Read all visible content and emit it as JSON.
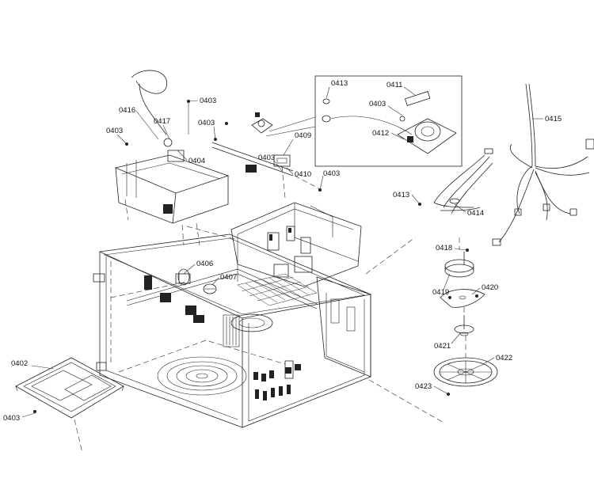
{
  "diagram": {
    "callouts": [
      {
        "id": "c0402",
        "label": "0402"
      },
      {
        "id": "c0403a",
        "label": "0403"
      },
      {
        "id": "c0403b",
        "label": "0403"
      },
      {
        "id": "c0403c",
        "label": "0403"
      },
      {
        "id": "c0403d",
        "label": "0403"
      },
      {
        "id": "c0403e",
        "label": "0403"
      },
      {
        "id": "c0403f",
        "label": "0403"
      },
      {
        "id": "c0403g",
        "label": "0403"
      },
      {
        "id": "c0404",
        "label": "0404"
      },
      {
        "id": "c0406",
        "label": "0406"
      },
      {
        "id": "c0407",
        "label": "0407"
      },
      {
        "id": "c0409",
        "label": "0409"
      },
      {
        "id": "c0410",
        "label": "0410"
      },
      {
        "id": "c0411",
        "label": "0411"
      },
      {
        "id": "c0412",
        "label": "0412"
      },
      {
        "id": "c0413a",
        "label": "0413"
      },
      {
        "id": "c0413b",
        "label": "0413"
      },
      {
        "id": "c0414",
        "label": "0414"
      },
      {
        "id": "c0415",
        "label": "0415"
      },
      {
        "id": "c0416",
        "label": "0416"
      },
      {
        "id": "c0417",
        "label": "0417"
      },
      {
        "id": "c0418",
        "label": "0418"
      },
      {
        "id": "c0419",
        "label": "0419"
      },
      {
        "id": "c0420",
        "label": "0420"
      },
      {
        "id": "c0421",
        "label": "0421"
      },
      {
        "id": "c0422",
        "label": "0422"
      },
      {
        "id": "c0423",
        "label": "0423"
      }
    ]
  }
}
